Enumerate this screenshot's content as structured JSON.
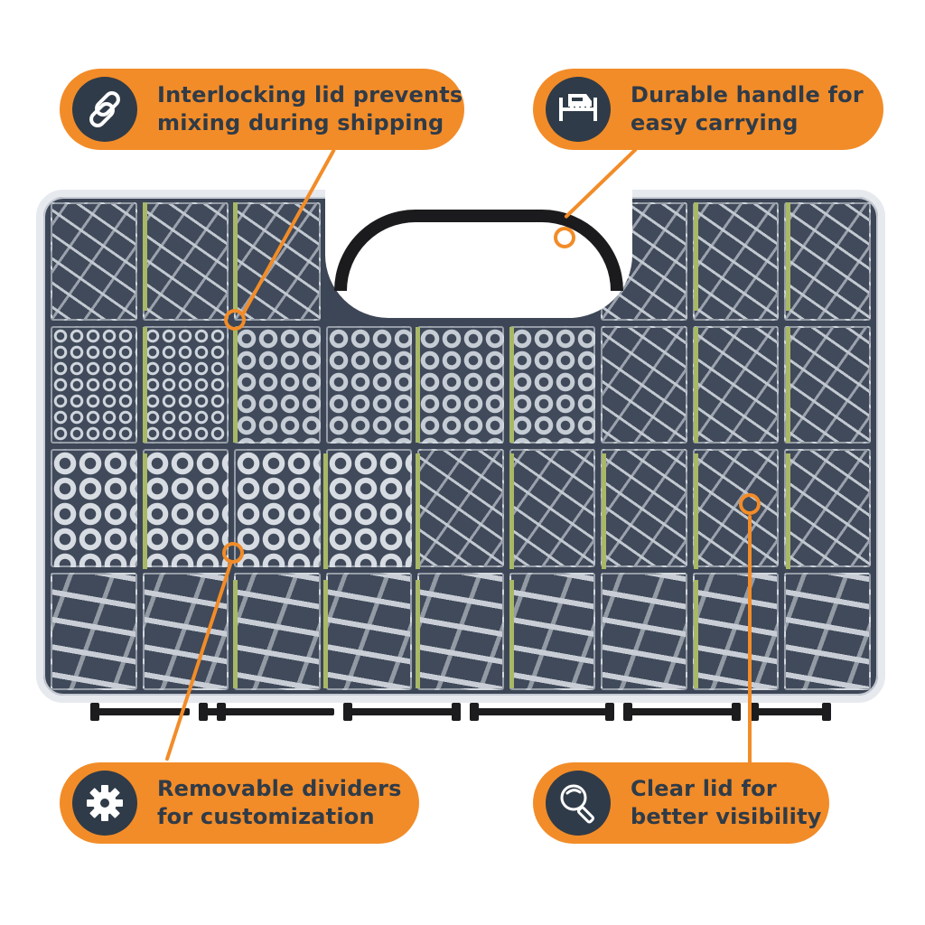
{
  "colors": {
    "callout_bg": "#f28c28",
    "icon_bg": "#2f3b48",
    "text": "#2f3b48",
    "case_interior": "#3d4656",
    "divider_green": "#a8b866",
    "handle": "#1b1b1d"
  },
  "callouts": [
    {
      "id": "interlocking-lid",
      "icon": "chain-link-icon",
      "lines": [
        "Interlocking lid prevents",
        "mixing during shipping"
      ]
    },
    {
      "id": "durable-handle",
      "icon": "hand-grip-icon",
      "lines": [
        "Durable handle for",
        "easy carrying"
      ]
    },
    {
      "id": "removable-dividers",
      "icon": "gear-icon",
      "lines": [
        "Removable dividers",
        "for customization"
      ]
    },
    {
      "id": "clear-lid",
      "icon": "magnifier-icon",
      "lines": [
        "Clear lid for",
        "better visibility"
      ]
    }
  ],
  "product": {
    "name": "clear compartment organizer case",
    "rows": 4,
    "columns": 9,
    "contents": {
      "row1": [
        "screws",
        "screws",
        "screws",
        "",
        "",
        "",
        "screws",
        "screws",
        "screws"
      ],
      "row2": [
        "washers",
        "washers",
        "nuts",
        "nuts",
        "nuts",
        "nuts-large",
        "screws",
        "screws",
        "screws"
      ],
      "row3": [
        "washers-lg",
        "washers-lg",
        "washers-lg",
        "washers-lg",
        "bolts",
        "bolts",
        "bolts",
        "bolts",
        "bolts"
      ],
      "row4": [
        "bolts",
        "bolts",
        "bolts",
        "bolts",
        "bolts",
        "bolts",
        "bolts",
        "bolts",
        "bolts"
      ]
    }
  }
}
